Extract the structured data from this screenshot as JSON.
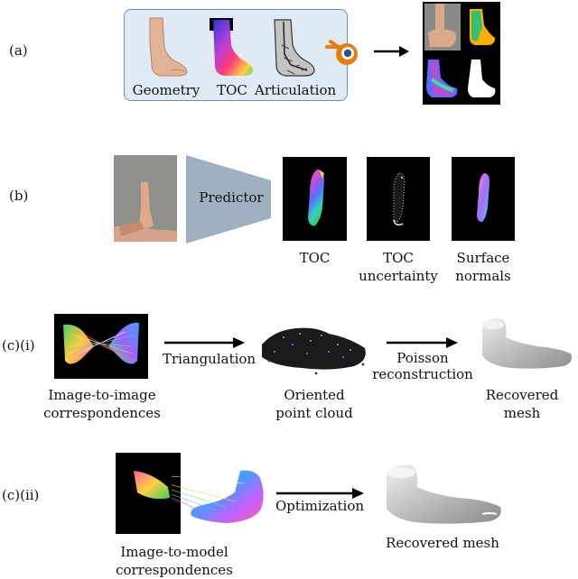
{
  "rows": {
    "a": "(a)",
    "b": "(b)",
    "ci": "(c)(i)",
    "cii": "(c)(ii)"
  },
  "a": {
    "labels": [
      "Geometry",
      "TOC",
      "Articulation"
    ],
    "icons": [
      "foot-photo-icon",
      "toc-foot-icon",
      "articulation-foot-icon",
      "blender-logo-icon",
      "arrow-right-icon",
      "render-grid-icon"
    ]
  },
  "b": {
    "network": "Predictor",
    "outputs": [
      "TOC",
      "TOC\nuncertainty",
      "Surface\nnormals"
    ]
  },
  "ci": {
    "left": "Image-to-image\ncorrespondences",
    "arrow1": "Triangulation",
    "middle": "Oriented\npoint cloud",
    "arrow2": "Poisson\nreconstruction",
    "right": "Recovered mesh"
  },
  "cii": {
    "left": "Image-to-model\ncorrespondences",
    "arrow": "Optimization",
    "right": "Recovered mesh"
  },
  "colors": {
    "box_fill": "#dfeaf4",
    "box_border": "#6f8fae",
    "predictor": "#9fb1c1",
    "blender_orange": "#e87d0d",
    "blender_blue": "#265787"
  }
}
